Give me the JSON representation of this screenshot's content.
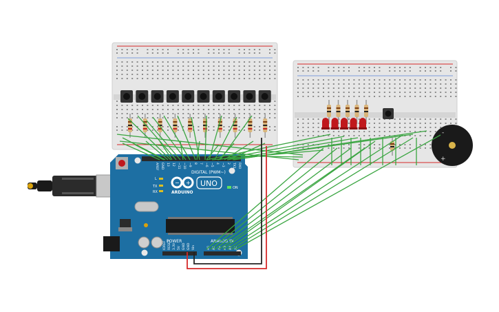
{
  "arduino": {
    "brand": "ARDUINO",
    "model": "UNO",
    "digital_label": "DIGITAL (PWM~)",
    "power_label": "POWER",
    "analog_label": "ANALOG IN",
    "on_label": "ON",
    "led_l": "L",
    "led_tx": "TX",
    "led_rx": "RX",
    "digital_pins": [
      "AREF",
      "GND",
      "13",
      "12",
      "~11",
      "~10",
      "~9",
      "8",
      "7",
      "~6",
      "~5",
      "4",
      "~3",
      "2",
      "TX1",
      "RX0"
    ],
    "power_pins": [
      "IOREF",
      "RESET",
      "3.3V",
      "5V",
      "GND",
      "GND",
      "Vin"
    ],
    "analog_pins": [
      "A0",
      "A1",
      "A2",
      "A3",
      "A4",
      "A5"
    ]
  },
  "colors": {
    "board": "#1d6fa3",
    "board_dark": "#15557f",
    "breadboard": "#e6e6e6",
    "wire_green": "#3aa541",
    "wire_red": "#d62828",
    "wire_black": "#222222",
    "led_red": "#c0181c",
    "resistor": "#d9b47a"
  },
  "breadboard_1": {
    "buttons": 10,
    "resistors": 10
  },
  "breadboard_2": {
    "leds": 5,
    "buttons": 1
  },
  "buzzer": {
    "plus": "+",
    "minus": "-"
  }
}
